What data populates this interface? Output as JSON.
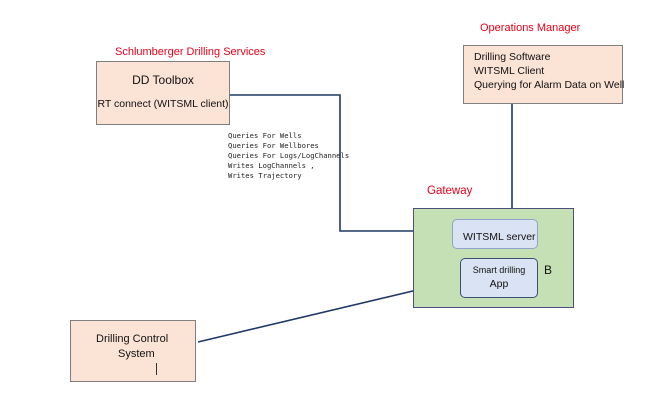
{
  "labels": {
    "schlumberger": "Schlumberger Drilling Services",
    "operations": "Operations Manager",
    "gateway": "Gateway"
  },
  "dd_toolbox": {
    "title": "DD Toolbox",
    "subtitle": "RT connect (WITSML client)"
  },
  "ops_box": {
    "lines": [
      "Drilling Software",
      "WITSML Client",
      "Querying for Alarm Data on Well"
    ]
  },
  "queries": {
    "lines": [
      "Queries For Wells",
      "Queries For Wellbores",
      "Queries For Logs/LogChannels",
      "Writes LogChannels  ,",
      "Writes Trajectory"
    ]
  },
  "witsml_server": {
    "label": "WITSML server"
  },
  "smart_app": {
    "line1": "Smart drilling",
    "line2": "App"
  },
  "b_label": "B",
  "drilling_control": {
    "line1": "Drilling Control",
    "line2": "System"
  },
  "colors": {
    "label_red": "#e8001c",
    "peach_fill": "#fbe3d6",
    "gateway_green": "#c5e0b4",
    "inner_blue": "#dae3f3",
    "arrow_navy": "#1f3864"
  }
}
